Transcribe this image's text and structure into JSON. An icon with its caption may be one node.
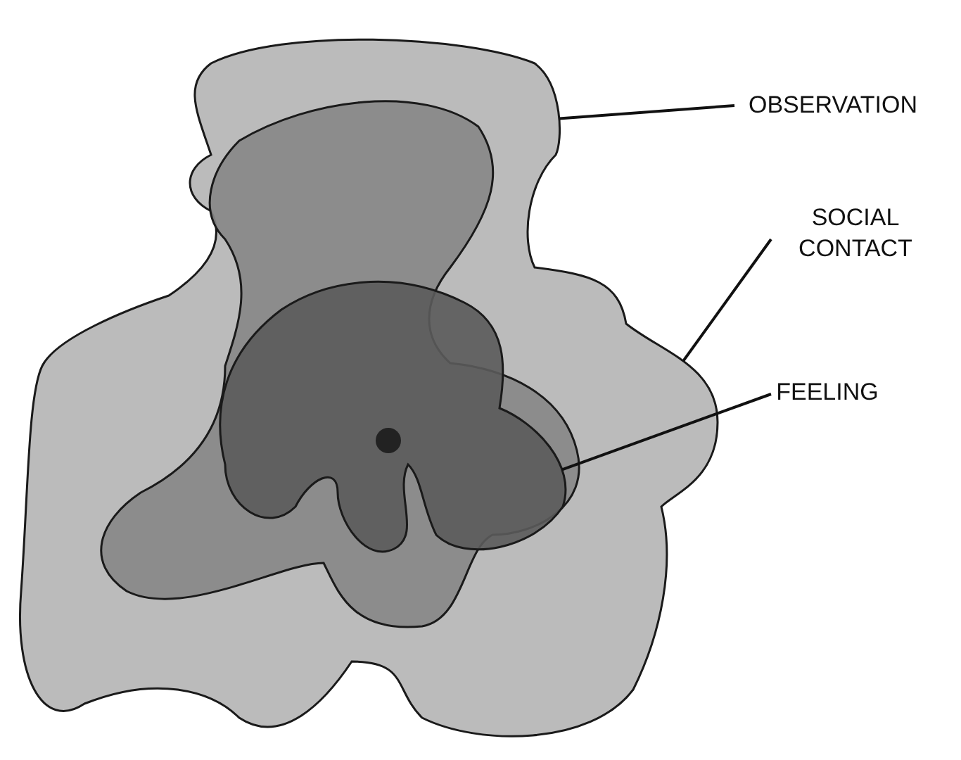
{
  "diagram": {
    "nodes": [
      {
        "text": [],
        "shape": "blob"
      },
      {
        "text": [],
        "shape": "blob",
        "in": 0
      },
      {
        "text": [],
        "shape": "blob",
        "in": 1
      },
      {
        "text": [
          "OBSERVATION"
        ]
      },
      {
        "text": [
          "SOCIAL CONTACT"
        ]
      },
      {
        "text": [
          "FEELING"
        ]
      }
    ],
    "edges": [
      {
        "from": 3,
        "to": 0,
        "arrow": "none"
      },
      {
        "from": 4,
        "to": 0,
        "arrow": "none"
      },
      {
        "from": 5,
        "to": 2,
        "arrow": "none"
      }
    ]
  }
}
